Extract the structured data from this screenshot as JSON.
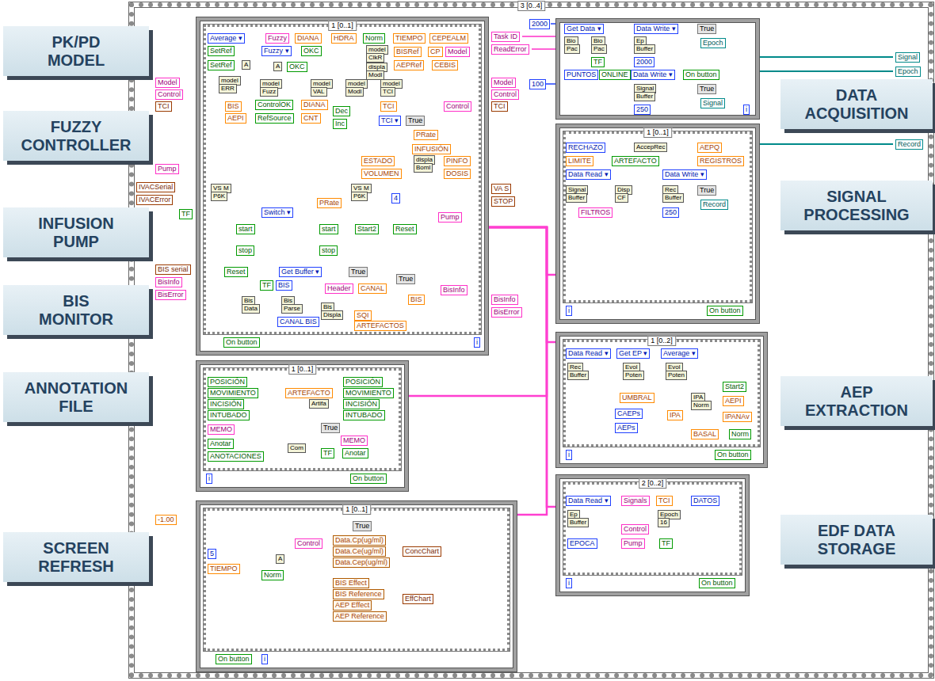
{
  "diagram": {
    "nodes": [
      {
        "text": [
          "3 [0..4]"
        ]
      },
      {
        "text": [
          "1 [0..1]",
          "On button",
          "i"
        ],
        "in": 0
      },
      {
        "text": [
          "1 [0..1]",
          "On button",
          "i"
        ],
        "in": 0
      },
      {
        "text": [
          "1 [0..1]",
          "On button",
          "i"
        ],
        "in": 0
      },
      {
        "text": [
          "On button",
          "i"
        ],
        "in": 0
      },
      {
        "text": [
          "1 [0..1]",
          "On button",
          "i"
        ],
        "in": 0
      },
      {
        "text": [
          "1 [0..2]",
          "On button",
          "i"
        ],
        "in": 0
      },
      {
        "text": [
          "2 [0..2]",
          "On button",
          "i"
        ],
        "in": 0
      },
      {
        "text": [
          "PK/PD MODEL"
        ]
      },
      {
        "text": [
          "FUZZY CONTROLLER"
        ]
      },
      {
        "text": [
          "INFUSION PUMP"
        ]
      },
      {
        "text": [
          "BIS MONITOR"
        ]
      },
      {
        "text": [
          "ANNOTATION FILE"
        ]
      },
      {
        "text": [
          "SCREEN REFRESH"
        ]
      },
      {
        "text": [
          "DATA ACQUISITION"
        ]
      },
      {
        "text": [
          "SIGNAL PROCESSING"
        ]
      },
      {
        "text": [
          "AEP EXTRACTION"
        ]
      },
      {
        "text": [
          "EDF DATA STORAGE"
        ]
      }
    ],
    "edges": [
      {
        "from": 1,
        "to": 5,
        "arrow": "none"
      },
      {
        "from": 1,
        "to": 6,
        "arrow": "none"
      },
      {
        "from": 1,
        "to": 7,
        "arrow": "none"
      },
      {
        "from": 1,
        "to": 2,
        "arrow": "none"
      },
      {
        "from": 1,
        "to": 3,
        "arrow": "none"
      }
    ],
    "labels": [
      "Average ▾",
      "Fuzzy",
      "DIANA",
      "HDRA",
      "Norm",
      "TIEMPO",
      "CEPEALM",
      "SetRef",
      "Fuzzy ▾",
      "OKC",
      "model",
      "ClkR",
      "BISRef",
      "CP",
      "Model",
      "SetRef",
      "A",
      "A",
      "OKC",
      "displa",
      "Modl",
      "AEPRef",
      "CEBIS",
      "Model",
      "Control",
      "TCI",
      "model",
      "ERR",
      "model",
      "Fuzz",
      "model",
      "VAL",
      "model",
      "Modl",
      "model",
      "TCI",
      "Model",
      "Control",
      "TCI",
      "BIS",
      "AEPI",
      "ControlOK",
      "RefSource",
      "DIANA",
      "CNT",
      "Dec",
      "Inc",
      "TCI",
      "TCI ▾",
      "True",
      "Control",
      "PRate",
      "INFUSIÓN",
      "ESTADO",
      "displa",
      "Boml",
      "PINFO",
      "VOLUMEN",
      "DOSIS",
      "Pump",
      "IVACSerial",
      "IVACError",
      "VS M",
      "P6K",
      "VS M",
      "P6K",
      "VA S",
      "STOP",
      "PRate",
      "4",
      "TF",
      "Switch ▾",
      "Pump",
      "start",
      "start",
      "Start2",
      "Reset",
      "stop",
      "stop",
      "Reset",
      "Get Buffer ▾",
      "BIS serial",
      "BisInfo",
      "BisError",
      "TF",
      "BIS",
      "Bis",
      "Data",
      "Bis",
      "Parse",
      "True",
      "Header",
      "CANAL",
      "True",
      "BIS",
      "Bis",
      "Displa",
      "BisInfo",
      "BisInfo",
      "BisError",
      "CANAL BIS",
      "SQI",
      "ARTEFACTOS",
      "POSICIÓN",
      "MOVIMIENTO",
      "INCISIÓN",
      "INTUBADO",
      "MEMO",
      "Anotar",
      "ANOTACIONES",
      "POSICIÓN",
      "ARTEFACTO",
      "MOVIMIENTO",
      "INCISIÓN",
      "INTUBADO",
      "Artifa",
      "True",
      "MEMO",
      "Com",
      "TF",
      "Anotar",
      "-1.00",
      "5",
      "TIEMPO",
      "A",
      "Norm",
      "Control",
      "True",
      "Data.Cp(ug/ml)",
      "Data.Ce(ug/ml)",
      "Data.Cep(ug/ml)",
      "BIS Effect",
      "BIS Reference",
      "AEP Effect",
      "AEP Reference",
      "ConcChart",
      "EffChart",
      "Task ID",
      "ReadError",
      "2000",
      "100",
      "Get Data ▾",
      "Bio",
      "Pac",
      "Bio",
      "Pac",
      "TF",
      "PUNTOS",
      "ONLINE",
      "Data Write ▾",
      "Ep",
      "Buffer",
      "2000",
      "True",
      "Epoch",
      "Data Write ▾",
      "Signal",
      "Buffer",
      "250",
      "True",
      "Signal",
      "Signal",
      "Epoch",
      "RECHAZO",
      "AccepRec",
      "AEPQ",
      "LIMITE",
      "ARTEFACTO",
      "REGISTROS",
      "Data Read ▾",
      "Data Write ▾",
      "Signal",
      "Buffer",
      "Disp",
      "CF",
      "Rec",
      "Buffer",
      "True",
      "Record",
      "FILTROS",
      "250",
      "Record",
      "Data Read ▾",
      "Get EP ▾",
      "Average ▾",
      "Rec",
      "Buffer",
      "Evol",
      "Poten",
      "Evol",
      "Poten",
      "Start2",
      "UMBRAL",
      "IPA",
      "Norm",
      "AEPI",
      "CAEPs",
      "IPA",
      "IPANAv",
      "AEPs",
      "BASAL",
      "Norm",
      "Data Read ▾",
      "Signals",
      "TCI",
      "DATOS",
      "Ep",
      "Buffer",
      "Epoch",
      "16",
      "Control",
      "EPOCA",
      "Pump",
      "TF"
    ]
  }
}
